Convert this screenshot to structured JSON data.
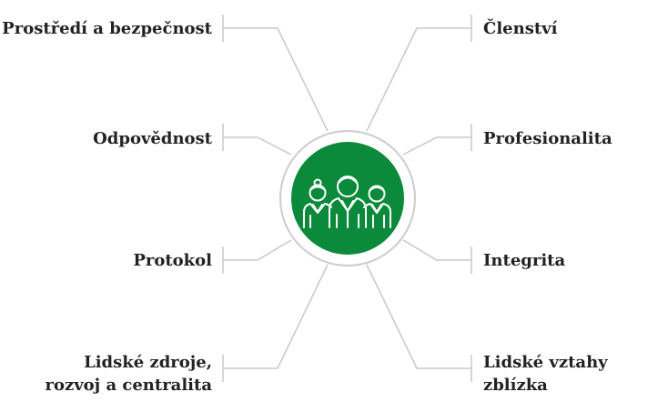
{
  "colors": {
    "hub_fill": "#0a8a3a",
    "hub_ring": "#cccccc",
    "connector": "#c8c8c8",
    "icon_stroke": "#ffffff",
    "text": "#222222"
  },
  "hub": {
    "icon": "people-group-icon"
  },
  "left_items": [
    {
      "lines": [
        "Prostředí a bezpečnost"
      ]
    },
    {
      "lines": [
        "Odpovědnost"
      ]
    },
    {
      "lines": [
        "Protokol"
      ]
    },
    {
      "lines": [
        "Lidské zdroje,",
        "rozvoj a centralita"
      ]
    }
  ],
  "right_items": [
    {
      "lines": [
        "Členství"
      ]
    },
    {
      "lines": [
        "Profesionalita"
      ]
    },
    {
      "lines": [
        "Integrita"
      ]
    },
    {
      "lines": [
        "Lidské vztahy",
        "zblízka"
      ]
    }
  ]
}
